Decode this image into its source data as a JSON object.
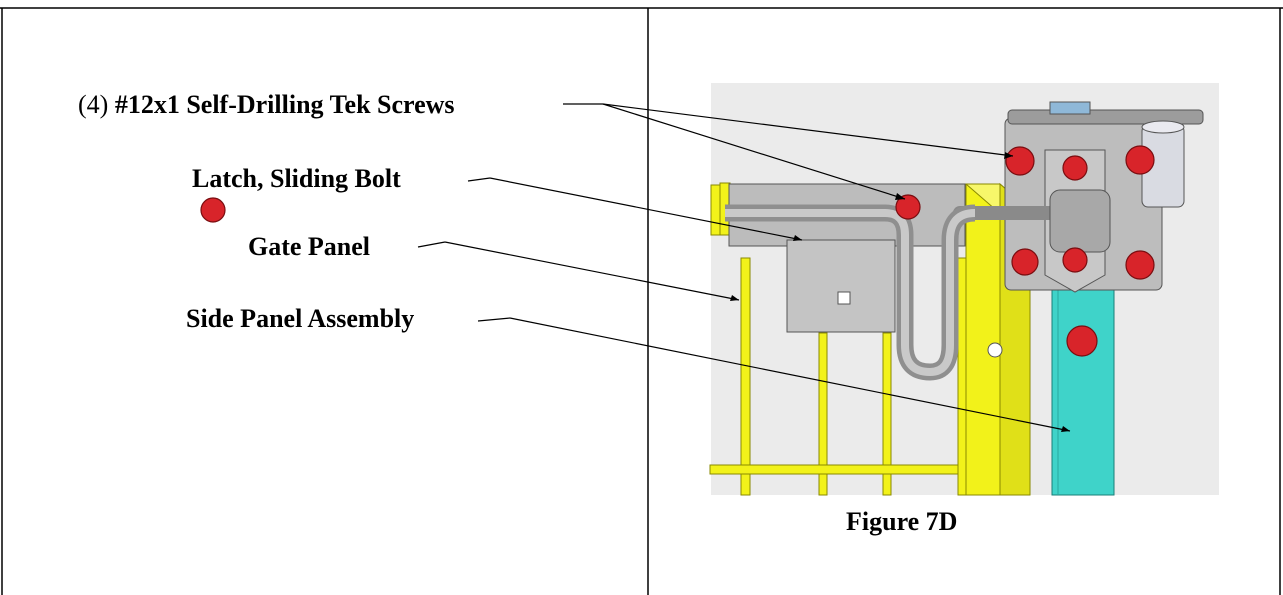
{
  "labels": {
    "screws": {
      "qty": "(4)",
      "text": "#12x1 Self-Drilling Tek Screws"
    },
    "latch": "Latch, Sliding Bolt",
    "gate": "Gate Panel",
    "side": "Side Panel Assembly"
  },
  "figure": {
    "caption": "Figure 7D"
  },
  "colors": {
    "yellow": "#f2f21a",
    "cyan": "#3fd3c9",
    "red": "#d8242a",
    "steel": "#b9b9b9",
    "background": "#ebebeb"
  }
}
